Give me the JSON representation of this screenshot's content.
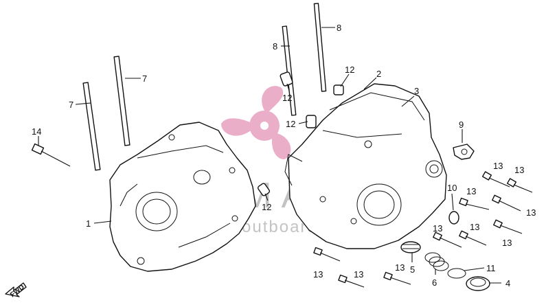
{
  "diagram": {
    "callouts": [
      {
        "id": "c1",
        "text": "1"
      },
      {
        "id": "c2",
        "text": "2"
      },
      {
        "id": "c3",
        "text": "3"
      },
      {
        "id": "c4",
        "text": "4"
      },
      {
        "id": "c5",
        "text": "5"
      },
      {
        "id": "c6",
        "text": "6"
      },
      {
        "id": "c7a",
        "text": "7"
      },
      {
        "id": "c7b",
        "text": "7"
      },
      {
        "id": "c8a",
        "text": "8"
      },
      {
        "id": "c8b",
        "text": "8"
      },
      {
        "id": "c9",
        "text": "9"
      },
      {
        "id": "c10",
        "text": "10"
      },
      {
        "id": "c11",
        "text": "11"
      },
      {
        "id": "c12a",
        "text": "12"
      },
      {
        "id": "c12b",
        "text": "12"
      },
      {
        "id": "c12c",
        "text": "12"
      },
      {
        "id": "c12d",
        "text": "12"
      },
      {
        "id": "c13a",
        "text": "13"
      },
      {
        "id": "c13b",
        "text": "13"
      },
      {
        "id": "c13c",
        "text": "13"
      },
      {
        "id": "c13d",
        "text": "13"
      },
      {
        "id": "c13e",
        "text": "13"
      },
      {
        "id": "c13f",
        "text": "13"
      },
      {
        "id": "c13g",
        "text": "13"
      },
      {
        "id": "c13h",
        "text": "13"
      },
      {
        "id": "c13i",
        "text": "13"
      },
      {
        "id": "c13j",
        "text": "13"
      },
      {
        "id": "c14",
        "text": "14"
      }
    ],
    "fwd_label": "FWD"
  },
  "watermark": {
    "brand": "ARMADA",
    "tagline": "marine outboards",
    "color": "#e8a0c0"
  }
}
